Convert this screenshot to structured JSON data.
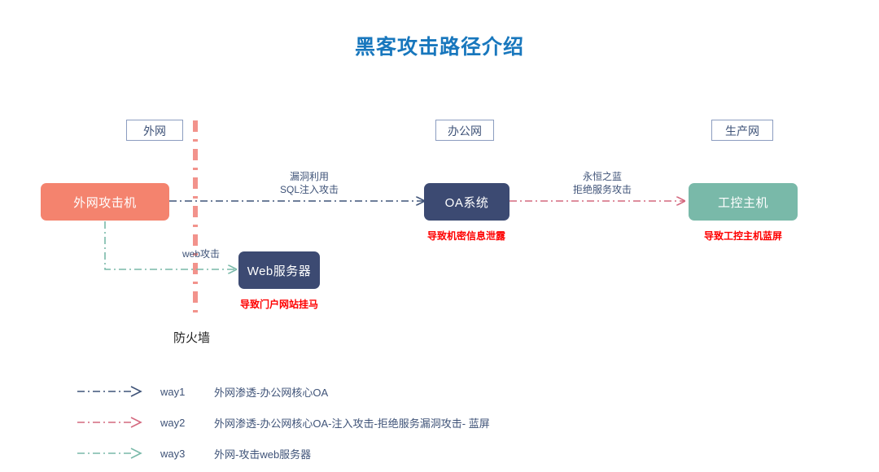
{
  "title": "黑客攻击路径介绍",
  "colors": {
    "title": "#1877bd",
    "attacker_node": "#f4836e",
    "dark_node": "#3c4a72",
    "teal_node": "#79b9a9",
    "risk_text": "#fe0000",
    "way1_arrow": "#3f5378",
    "way2_arrow": "#d4697f",
    "way3_arrow": "#79b9a9",
    "firewall": "#f2938c",
    "zone_border": "#8c9dc0"
  },
  "zones": [
    {
      "id": "zone-external",
      "label": "外网"
    },
    {
      "id": "zone-office",
      "label": "办公网"
    },
    {
      "id": "zone-production",
      "label": "生产网"
    }
  ],
  "nodes": [
    {
      "id": "node-attacker",
      "label": "外网攻击机"
    },
    {
      "id": "node-web-server",
      "label": "Web服务器"
    },
    {
      "id": "node-oa-system",
      "label": "OA系统"
    },
    {
      "id": "node-ics-host",
      "label": "工控主机"
    }
  ],
  "firewall": {
    "label": "防火墙"
  },
  "edge_labels": [
    {
      "id": "edge-label-attacker-to-oa",
      "text": "漏洞利用\nSQL注入攻击"
    },
    {
      "id": "edge-label-oa-to-ics",
      "text": "永恒之蓝\n拒绝服务攻击"
    },
    {
      "id": "edge-label-attacker-to-web",
      "text": "web攻击"
    }
  ],
  "risks": [
    {
      "id": "risk-oa",
      "text": "导致机密信息泄露"
    },
    {
      "id": "risk-ics",
      "text": "导致工控主机蓝屏"
    },
    {
      "id": "risk-web",
      "text": "导致门户网站挂马"
    }
  ],
  "legend": [
    {
      "key": "way1",
      "desc": "外网渗透-办公网核心OA",
      "color": "#3f5378"
    },
    {
      "key": "way2",
      "desc": "外网渗透-办公网核心OA-注入攻击-拒绝服务漏洞攻击- 蓝屏",
      "color": "#d4697f"
    },
    {
      "key": "way3",
      "desc": "外网-攻击web服务器",
      "color": "#79b9a9"
    }
  ]
}
